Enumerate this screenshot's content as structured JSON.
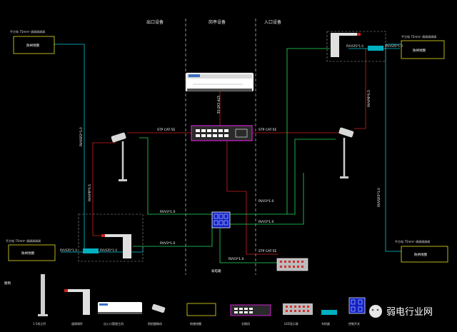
{
  "sections": {
    "exit": "出口设备",
    "booth": "岗亭设备",
    "entry": "入口设备"
  },
  "power_note": "平方电 75mm² 调调调调调",
  "boxes": {
    "exit_loop": "防闸地圈",
    "left_loop": "防闸地圈",
    "right_top_loop": "防闸地圈",
    "right_bottom_loop": "防闸地圈"
  },
  "cables": {
    "stp_left": "STP CAT-5E",
    "stp_right": "STP CAT-5E",
    "stp_vertical": "STP CAT-5E",
    "stp_bottom": "STP CAT-5E",
    "rvvsp_left": "RVVSP2*1.0",
    "rvvp_left": "RVVP8*0.5",
    "rvv_mid_left": "RVV3*1.0",
    "rvv_low_left": "RVV3*1.0",
    "rvv_mid_right": "RVV3*1.0",
    "rvv_low_right": "RVV3*1.0",
    "rvv_bottom": "RVV3*1.0",
    "rvvsp_bl": "RVVSP2*1.0",
    "rvvsp_bl2": "RVVSP2*1.0",
    "rvvsp_tr": "RVVSP2*1.0",
    "rvvsp_tr2": "RVVSP2*1.0",
    "rvvp_right": "RVVP8*0.5",
    "rvvsp_right": "RVVSP2*1.0"
  },
  "device_labels": {
    "booth_power": "弱电箱"
  },
  "legend": {
    "title": "图例",
    "items": [
      "1.5米立杆",
      "道闸闸杆",
      "出入口管理主机",
      "抓拍摄像机",
      "地感线圈",
      "交换机",
      "LED显示屏",
      "车检器",
      "控制开关"
    ]
  },
  "watermark": "弱电行业网",
  "colors": {
    "green": "#1fe05a",
    "cyan": "#00c8d8",
    "red": "#d02020",
    "magenta": "#d020d0",
    "yellow": "#e8e020",
    "blue": "#2030e0"
  }
}
